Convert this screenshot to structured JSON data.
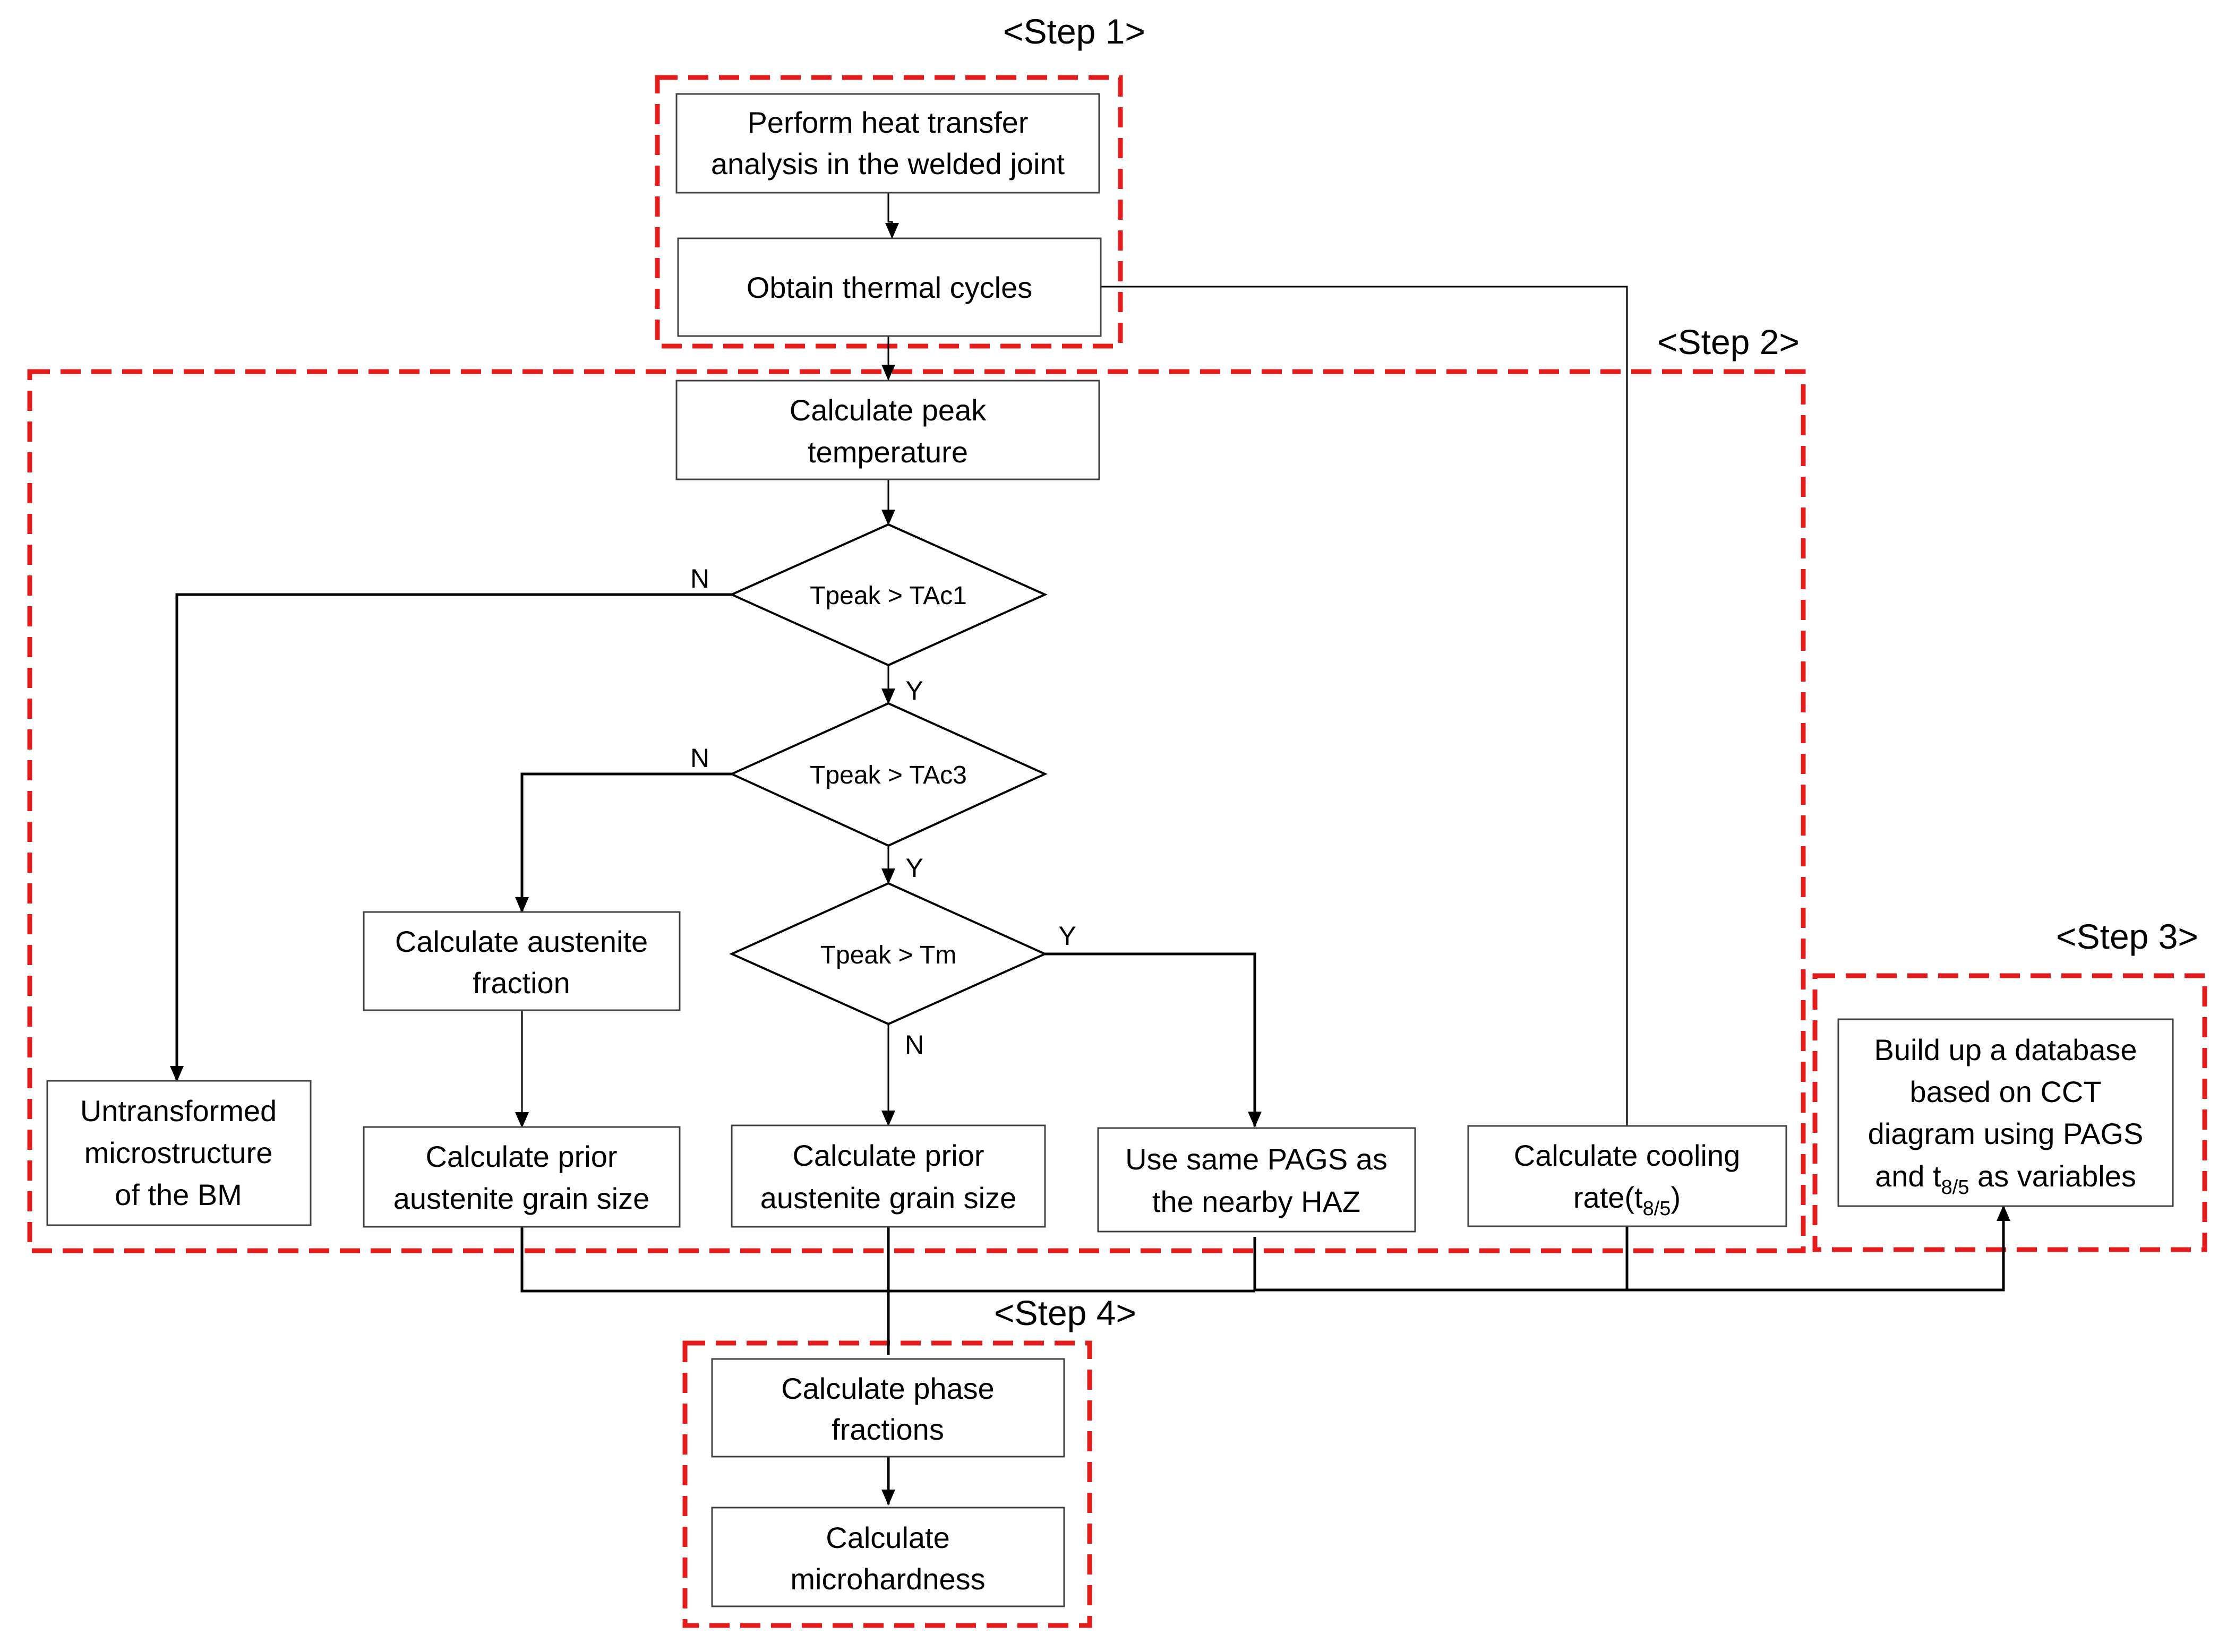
{
  "steps": {
    "step1": "<Step 1>",
    "step2": "<Step 2>",
    "step3": "<Step 3>",
    "step4": "<Step 4>"
  },
  "nodes": {
    "heat_transfer": [
      "Perform heat transfer",
      "analysis in the welded joint"
    ],
    "thermal_cycles": [
      "Obtain thermal cycles"
    ],
    "peak_temperature": [
      "Calculate peak",
      "temperature"
    ],
    "decision_ac1": "Tpeak > TAc1",
    "decision_ac3": "Tpeak > TAc3",
    "decision_tm": "Tpeak > Tm",
    "austenite_fraction": [
      "Calculate austenite",
      "fraction"
    ],
    "untransformed": [
      "Untransformed",
      "microstructure",
      "of the BM"
    ],
    "prior_grain_1": [
      "Calculate prior",
      "austenite grain size"
    ],
    "prior_grain_2": [
      "Calculate prior",
      "austenite grain size"
    ],
    "same_pags": [
      "Use same PAGS as",
      "the nearby HAZ"
    ],
    "cooling_rate": {
      "line1": "Calculate cooling",
      "line2_prefix": "rate(t",
      "line2_sub": "8/5",
      "line2_suffix": ")"
    },
    "database": {
      "line1": "Build up a database",
      "line2": "based on CCT",
      "line3": "diagram using PAGS",
      "line4_prefix": "and t",
      "line4_sub": "8/5",
      "line4_suffix": " as variables"
    },
    "phase_fractions": [
      "Calculate phase",
      "fractions"
    ],
    "microhardness": [
      "Calculate",
      "microhardness"
    ]
  },
  "labels": {
    "no_ac1": "N",
    "yes_ac1": "Y",
    "no_ac3": "N",
    "yes_ac3": "Y",
    "yes_tm": "Y",
    "no_tm": "N"
  },
  "colors": {
    "step_border": "#e31b1b",
    "box_border": "#404040",
    "line": "#000000"
  }
}
